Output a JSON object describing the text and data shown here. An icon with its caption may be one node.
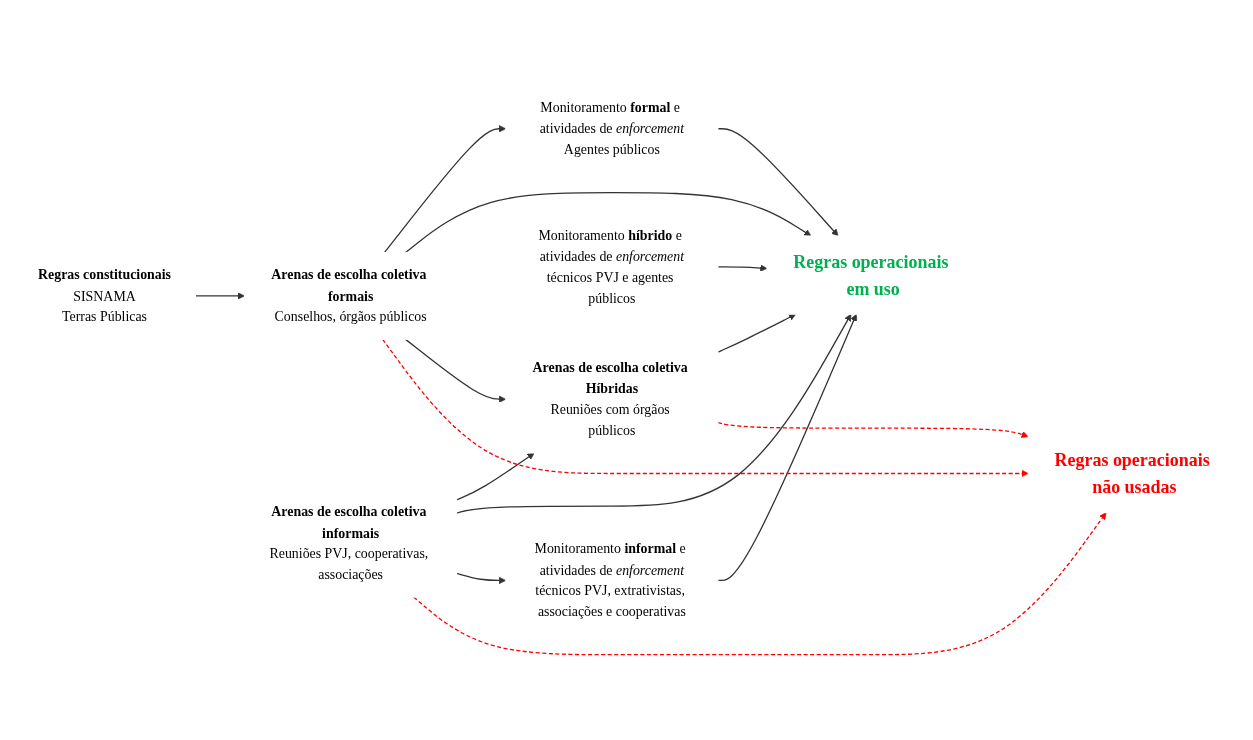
{
  "diagram": {
    "nodes": [
      {
        "text": [
          "Regras constitucionais",
          "SISNAMA",
          "Terras Públicas"
        ]
      },
      {
        "text": [
          "Arenas de escolha coletiva formais",
          "Conselhos, órgãos públicos"
        ]
      },
      {
        "text": [
          "Monitoramento **formal** e atividades de *enforcement*",
          "Agentes públicos"
        ]
      },
      {
        "text": [
          "Arenas de escolha coletiva Híbridas",
          "Reuniões com órgãos públicos"
        ]
      },
      {
        "text": [
          "Regras operacionais em uso"
        ]
      },
      {
        "text": [
          "Monitoramento **híbrido** e atividades de *enforcement*",
          "técnicos PVJ e agentes públicos"
        ]
      },
      {
        "text": [
          "Arenas de escolha coletiva informais",
          "Reuniões PVJ, cooperativas, associações"
        ]
      },
      {
        "text": [
          "Monitoramento **informal** e atividades de *enforcement*",
          "técnicos PVJ, extrativistas, associações e cooperativas"
        ]
      },
      {
        "text": [
          "Regras operacionais não usadas"
        ]
      }
    ],
    "edges": [
      {
        "from": 0,
        "to": 1,
        "arrow": "to"
      },
      {
        "from": 1,
        "to": 2,
        "arrow": "to"
      },
      {
        "from": 1,
        "to": 4,
        "arrow": "to"
      },
      {
        "from": 1,
        "to": 3,
        "arrow": "to"
      },
      {
        "from": 2,
        "to": 4,
        "arrow": "to"
      },
      {
        "from": 3,
        "to": 4,
        "arrow": "to"
      },
      {
        "from": 5,
        "to": 4,
        "arrow": "to"
      },
      {
        "from": 6,
        "to": 3,
        "arrow": "to"
      },
      {
        "from": 6,
        "to": 4,
        "arrow": "to"
      },
      {
        "from": 6,
        "to": 7,
        "arrow": "to"
      },
      {
        "from": 7,
        "to": 4,
        "arrow": "to"
      },
      {
        "from": 1,
        "to": 8,
        "arrow": "to",
        "style": "dashed",
        "color": "#ff0000"
      },
      {
        "from": 3,
        "to": 8,
        "arrow": "to",
        "style": "dashed",
        "color": "#ff0000"
      },
      {
        "from": 6,
        "to": 8,
        "arrow": "to",
        "style": "dashed",
        "color": "#ff0000"
      }
    ]
  }
}
